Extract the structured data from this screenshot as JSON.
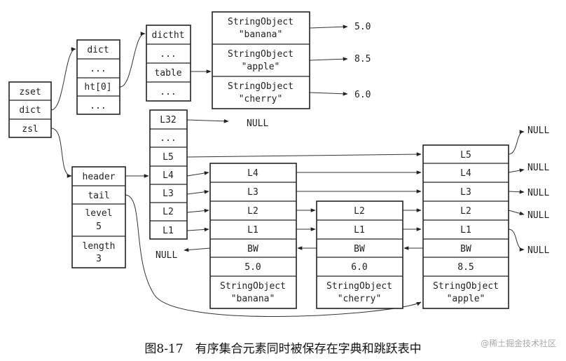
{
  "zset": {
    "fields": [
      "zset",
      "dict",
      "zsl"
    ]
  },
  "dict": {
    "fields": [
      "dict",
      "...",
      "ht[0]",
      "..."
    ]
  },
  "dictht": {
    "fields": [
      "dictht",
      "...",
      "table",
      "..."
    ]
  },
  "table_entries": [
    {
      "line1": "StringObject",
      "line2": "\"banana\"",
      "score": "5.0"
    },
    {
      "line1": "StringObject",
      "line2": "\"apple\"",
      "score": "8.5"
    },
    {
      "line1": "StringObject",
      "line2": "\"cherry\"",
      "score": "6.0"
    }
  ],
  "zskiplist": {
    "header": "header",
    "tail": "tail",
    "level_label": "level",
    "level_value": "5",
    "length_label": "length",
    "length_value": "3"
  },
  "header_node": {
    "levels": [
      "L32",
      "...",
      "L5",
      "L4",
      "L3",
      "L2",
      "L1"
    ]
  },
  "nodes": [
    {
      "levels": [
        "L4",
        "L3",
        "L2",
        "L1"
      ],
      "bw": "BW",
      "score": "5.0",
      "obj_line1": "StringObject",
      "obj_line2": "\"banana\""
    },
    {
      "levels": [
        "L2",
        "L1"
      ],
      "bw": "BW",
      "score": "6.0",
      "obj_line1": "StringObject",
      "obj_line2": "\"cherry\""
    },
    {
      "levels": [
        "L5",
        "L4",
        "L3",
        "L2",
        "L1"
      ],
      "bw": "BW",
      "score": "8.5",
      "obj_line1": "StringObject",
      "obj_line2": "\"apple\""
    }
  ],
  "null_label": "NULL",
  "caption": "图8-17　有序集合元素同时被保存在字典和跳跃表中",
  "watermark": "@稀土掘金技术社区"
}
